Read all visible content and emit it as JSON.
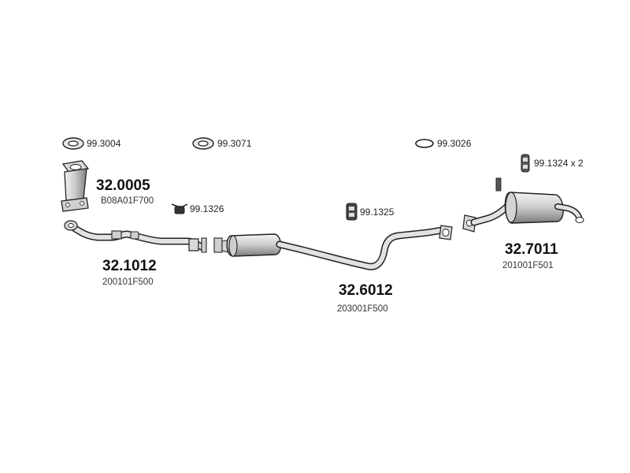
{
  "parts": {
    "gasket_1": "99.3004",
    "gasket_2": "99.3071",
    "gasket_3": "99.3026",
    "catalyst_number": "32.0005",
    "catalyst_ref": "B08A01F700",
    "front_pipe_number": "32.1012",
    "front_pipe_ref": "200101F500",
    "mount_1": "99.1326",
    "mount_2": "99.1325",
    "mount_3": "99.1324 x 2",
    "middle_number": "32.6012",
    "middle_ref": "203001F500",
    "rear_number": "32.7011",
    "rear_ref": "201001F501"
  },
  "colors": {
    "line": "#222222",
    "fill_light": "#e8e8e8",
    "fill_mid": "#bdbdbd",
    "fill_dark": "#7a7a7a"
  }
}
